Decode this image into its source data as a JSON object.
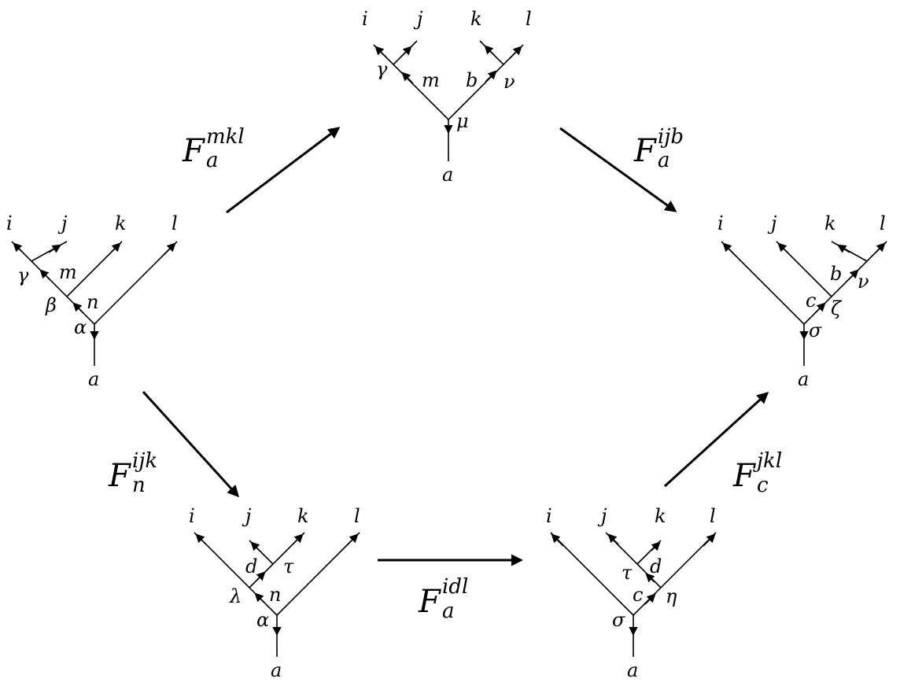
{
  "diagram": {
    "tree_top": {
      "leaves": [
        "i",
        "j",
        "k",
        "l"
      ],
      "internal": [
        "m",
        "b"
      ],
      "vertices": [
        "γ",
        "ν",
        "μ"
      ],
      "root": "a"
    },
    "tree_left": {
      "leaves": [
        "i",
        "j",
        "k",
        "l"
      ],
      "internal": [
        "m",
        "n"
      ],
      "vertices": [
        "γ",
        "β",
        "α"
      ],
      "root": "a"
    },
    "tree_right": {
      "leaves": [
        "i",
        "j",
        "k",
        "l"
      ],
      "internal": [
        "b",
        "c"
      ],
      "vertices": [
        "ν",
        "ζ",
        "σ"
      ],
      "root": "a"
    },
    "tree_bottom_left": {
      "leaves": [
        "i",
        "j",
        "k",
        "l"
      ],
      "internal": [
        "d",
        "n"
      ],
      "vertices": [
        "τ",
        "λ",
        "α"
      ],
      "root": "a"
    },
    "tree_bottom_right": {
      "leaves": [
        "i",
        "j",
        "k",
        "l"
      ],
      "internal": [
        "d",
        "c"
      ],
      "vertices": [
        "τ",
        "η",
        "σ"
      ],
      "root": "a"
    },
    "moves": {
      "top_left": {
        "symbol": "F",
        "sup": "mkl",
        "sub": "a"
      },
      "top_right": {
        "symbol": "F",
        "sup": "ijb",
        "sub": "a"
      },
      "bottom_left": {
        "symbol": "F",
        "sup": "ijk",
        "sub": "n"
      },
      "bottom_mid": {
        "symbol": "F",
        "sup": "idl",
        "sub": "a"
      },
      "bottom_right": {
        "symbol": "F",
        "sup": "jkl",
        "sub": "c"
      }
    }
  }
}
